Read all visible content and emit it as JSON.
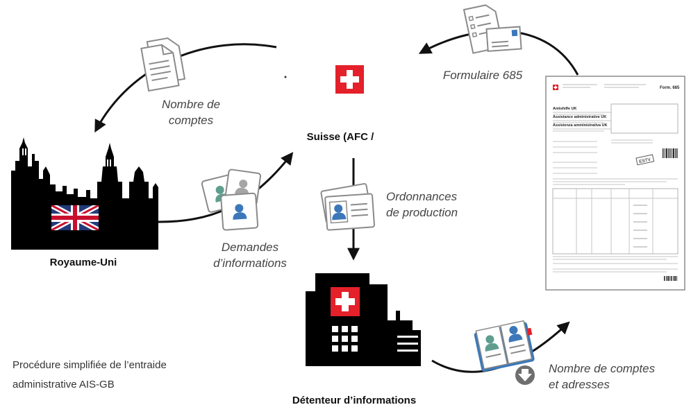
{
  "nodes": {
    "uk": "Royaume-Uni",
    "switzerland": "Suisse (AFC /",
    "holder": "Détenteur  d’informations"
  },
  "flows": {
    "count_accounts_1": "Nombre de",
    "count_accounts_2": "comptes",
    "form": "Formulaire 685",
    "requests_1": "Demandes",
    "requests_2": "d’informations",
    "orders_1": "Ordonnances",
    "orders_2": "de production",
    "accounts_addresses_1": "Nombre de comptes",
    "accounts_addresses_2": "et adresses"
  },
  "caption": {
    "line1": "Procédure simplifiée de l’entraide",
    "line2": "administrative AIS-GB"
  },
  "form_doc": {
    "form_no": "Form. 685",
    "heading1": "Amtshilfe UK",
    "heading2": "Assistance administrative UK",
    "heading3": "Assistenza amministrativa UK",
    "stamp": "ESTV"
  },
  "colors": {
    "arrow": "#111111",
    "swiss_red": "#e4202a",
    "doc_gray": "#7a7a7a",
    "person_teal": "#5f9e8f",
    "person_gray": "#a5a5a5",
    "person_blue": "#3c78b9"
  }
}
